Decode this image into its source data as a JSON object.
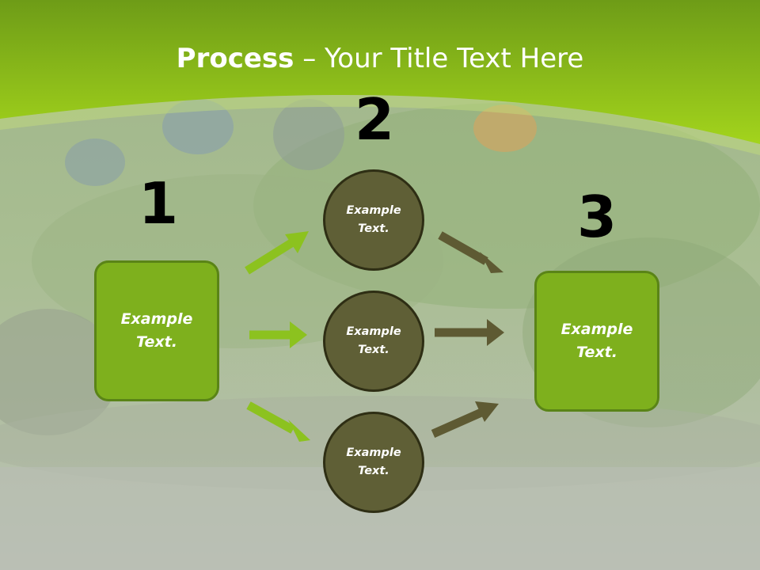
{
  "title": {
    "bold": "Process",
    "separator": " – ",
    "rest": "Your Title Text Here"
  },
  "numbers": {
    "one": "1",
    "two": "2",
    "three": "3"
  },
  "left_box": {
    "label": "Example\nText."
  },
  "right_box": {
    "label": "Example\nText."
  },
  "circles": [
    {
      "label": "Example\nText."
    },
    {
      "label": "Example\nText."
    },
    {
      "label": "Example\nText."
    }
  ],
  "colors": {
    "header_green": "#9ccf1a",
    "box_green": "#7eb01d",
    "circle_olive": "#5f5f36",
    "arrow_green": "#8cc21f",
    "arrow_olive": "#5e5a33"
  }
}
